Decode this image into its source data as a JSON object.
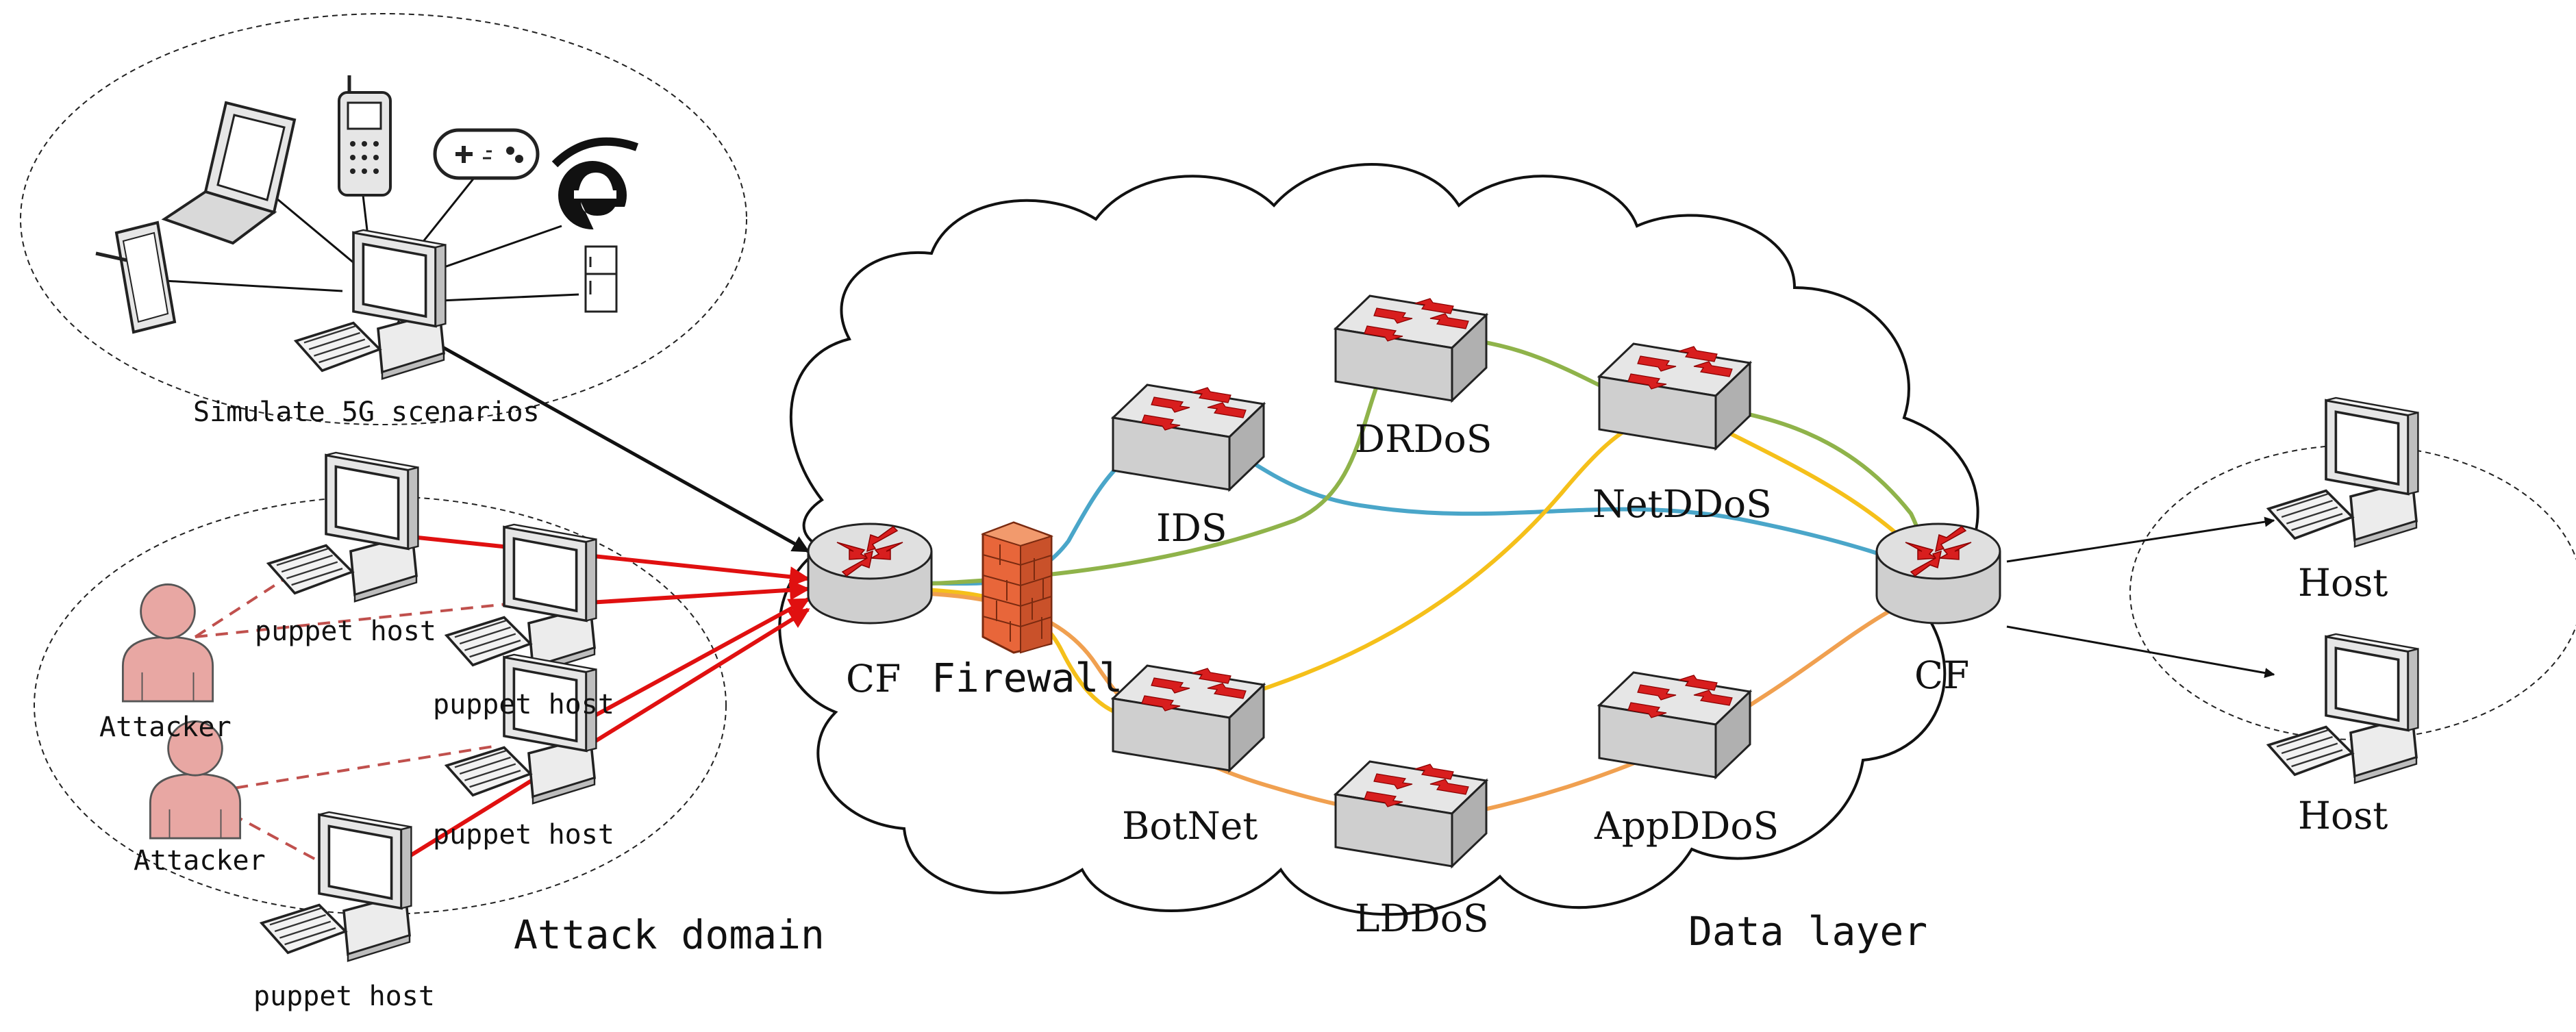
{
  "labels": {
    "scenarios": "Simulate 5G scenarios",
    "attack_domain": "Attack domain",
    "data_layer": "Data layer",
    "attacker": "Attacker",
    "puppet_host": "puppet host",
    "cf": "CF",
    "firewall": "Firewall",
    "ids": "IDS",
    "drdos": "DRDoS",
    "netddos": "NetDDoS",
    "botnet": "BotNet",
    "lddos": "LDDoS",
    "appddos": "AppDDoS",
    "host": "Host"
  },
  "icons": [
    "laptop-icon",
    "mobile-phone-icon",
    "gamepad-icon",
    "ie-browser-icon",
    "tablet-icon",
    "fridge-icon",
    "desktop-computer-icon",
    "router-icon",
    "switch-icon",
    "firewall-icon",
    "attacker-person-icon"
  ],
  "colors": {
    "attack_red": "#e01010",
    "attacker_dashed": "#c0504d",
    "path_blue": "#4aa6c9",
    "path_green": "#8fb34a",
    "path_yellow": "#f5c01a",
    "path_orange": "#f0a050",
    "node_gray": "#d9d9d9",
    "firewall": "#e8663a",
    "attacker_fill": "#e8a7a3"
  }
}
